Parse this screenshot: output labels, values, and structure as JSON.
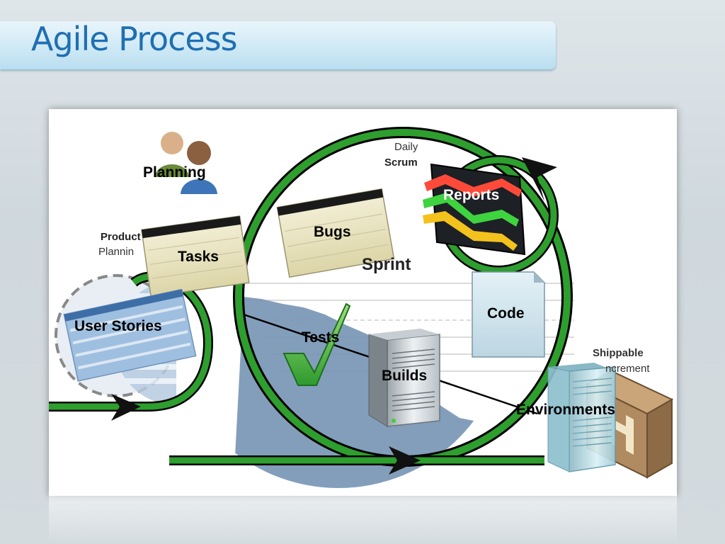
{
  "slide": {
    "title": "Agile Process"
  },
  "diagram": {
    "labels": {
      "planning": "Planning",
      "tasks": "Tasks",
      "bugs": "Bugs",
      "reports": "Reports",
      "code": "Code",
      "user_stories": "User Stories",
      "tests": "Tests",
      "builds": "Builds",
      "environments": "Environments"
    },
    "background_text": {
      "daily": "Daily",
      "scrum": "Scrum",
      "sprint": "Sprint",
      "product": "Product",
      "planning_partial": "Plannin",
      "shippable": "Shippable",
      "increment": "ncrement"
    },
    "colors": {
      "loop_green": "#2e9e2e",
      "title_blue": "#1f6fb3",
      "burndown_fill": "#6f8fb0"
    }
  }
}
